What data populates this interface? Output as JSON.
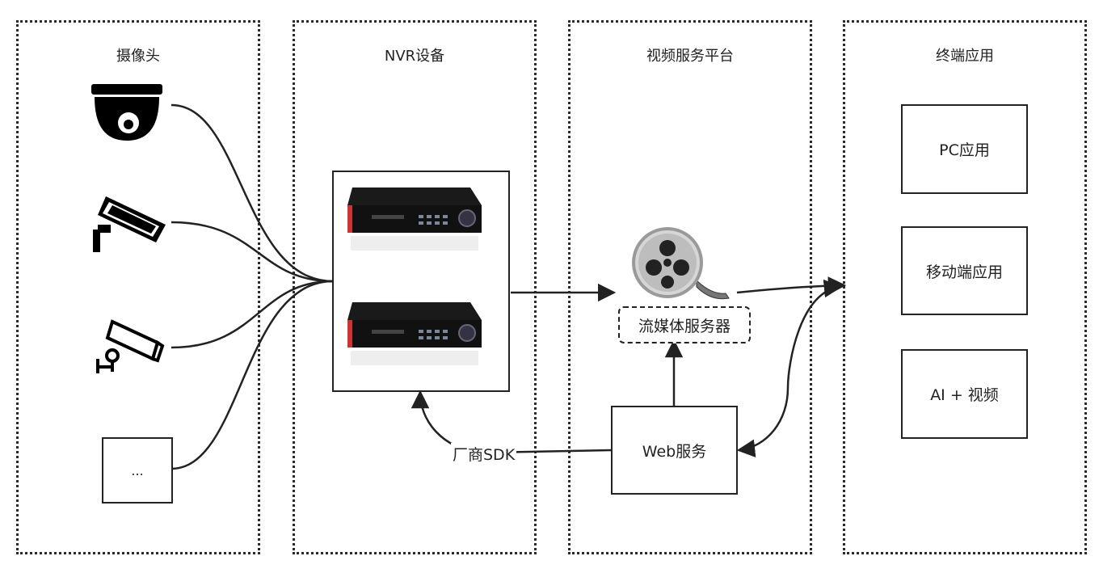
{
  "groups": {
    "cameras": {
      "title": "摄像头"
    },
    "nvr": {
      "title": "NVR设备"
    },
    "platform": {
      "title": "视频服务平台"
    },
    "terminal": {
      "title": "终端应用"
    }
  },
  "nodes": {
    "other_camera": "...",
    "stream_server": "流媒体服务器",
    "web_service": "Web服务",
    "pc_app": "PC应用",
    "mobile_app": "移动端应用",
    "ai_video": "AI + 视频"
  },
  "edge_labels": {
    "vendor_sdk": "厂商SDK"
  },
  "icons": {
    "cameras": [
      "dome-camera-icon",
      "bullet-camera-icon",
      "box-camera-icon"
    ],
    "nvr_devices": [
      "nvr-recorder-icon",
      "nvr-recorder-icon"
    ],
    "stream_server": "film-reel-icon"
  }
}
